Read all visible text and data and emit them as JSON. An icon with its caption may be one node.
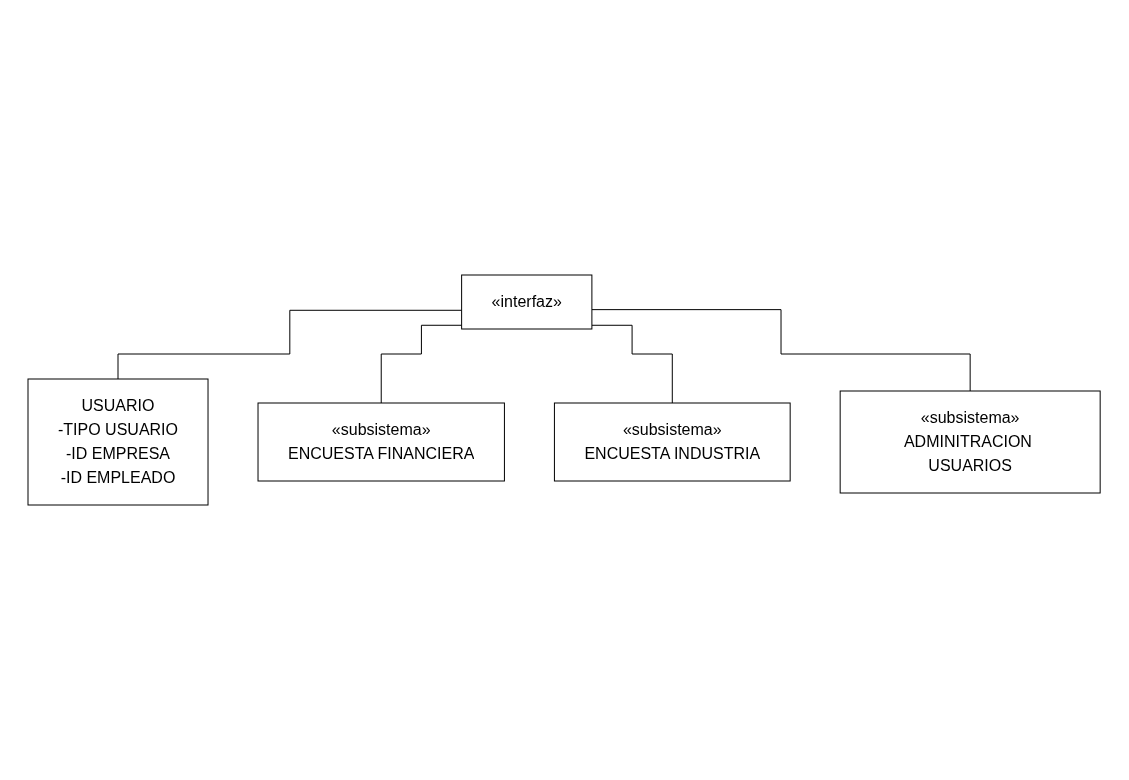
{
  "diagram": {
    "nodes": [
      {
        "text": [
          "«interfaz»"
        ]
      },
      {
        "text": [
          "USUARIO",
          "-TIPO USUARIO",
          "-ID EMPRESA",
          "-ID EMPLEADO"
        ]
      },
      {
        "text": [
          "«subsistema»",
          "ENCUESTA FINANCIERA"
        ]
      },
      {
        "text": [
          "«subsistema»",
          "ENCUESTA INDUSTRIA"
        ]
      },
      {
        "text": [
          "«subsistema»",
          "ADMINITRACION USUARIOS"
        ]
      }
    ],
    "edges": [
      {
        "from": 0,
        "to": 1,
        "arrow": "none"
      },
      {
        "from": 0,
        "to": 2,
        "arrow": "none"
      },
      {
        "from": 0,
        "to": 3,
        "arrow": "none"
      },
      {
        "from": 0,
        "to": 4,
        "arrow": "none"
      }
    ]
  }
}
